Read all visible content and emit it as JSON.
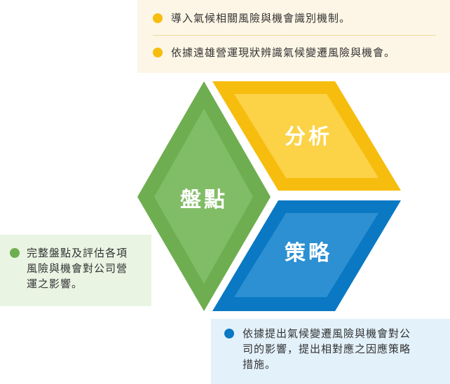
{
  "colors": {
    "yellow_dark": "#f6bd0e",
    "yellow_light": "#fcd247",
    "green_dark": "#6eae50",
    "green_light": "#81bc66",
    "blue_dark": "#0a78c3",
    "blue_light": "#2c90d2"
  },
  "diagram": {
    "analysis_label": "分析",
    "inventory_label": "盤點",
    "strategy_label": "策略"
  },
  "analysis_box": {
    "items": [
      "導入氣候相關風險與機會識別機制。",
      "依據遠雄營運現狀辨識氣候變遷風險與機會。"
    ]
  },
  "inventory_box": {
    "lines": [
      "完整盤點及評估各項",
      "風險與機會對公司營",
      "運之影響。"
    ]
  },
  "strategy_box": {
    "lines": [
      "依據提出氣候變遷風險與機會對公",
      "司的影響，提出相對應之因應策略",
      "措施。"
    ]
  }
}
